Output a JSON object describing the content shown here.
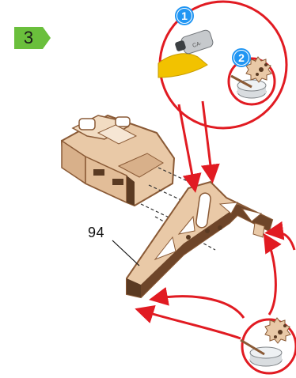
{
  "step": {
    "number": "3",
    "badge_color": "#6abf3c"
  },
  "part_label": "94",
  "callouts": [
    {
      "number": "1",
      "icon": "glue-tube-icon"
    },
    {
      "number": "2",
      "icon": "glue-brush-gear-icon"
    }
  ],
  "colors": {
    "arrow": "#e11b22",
    "callout_border": "#e11b22",
    "badge_fill": "#2196f3",
    "wood": "#e9c9a7",
    "wood_edge": "#8a5a36",
    "wood_dark": "#5a3a22",
    "glue": "#f2c200"
  }
}
